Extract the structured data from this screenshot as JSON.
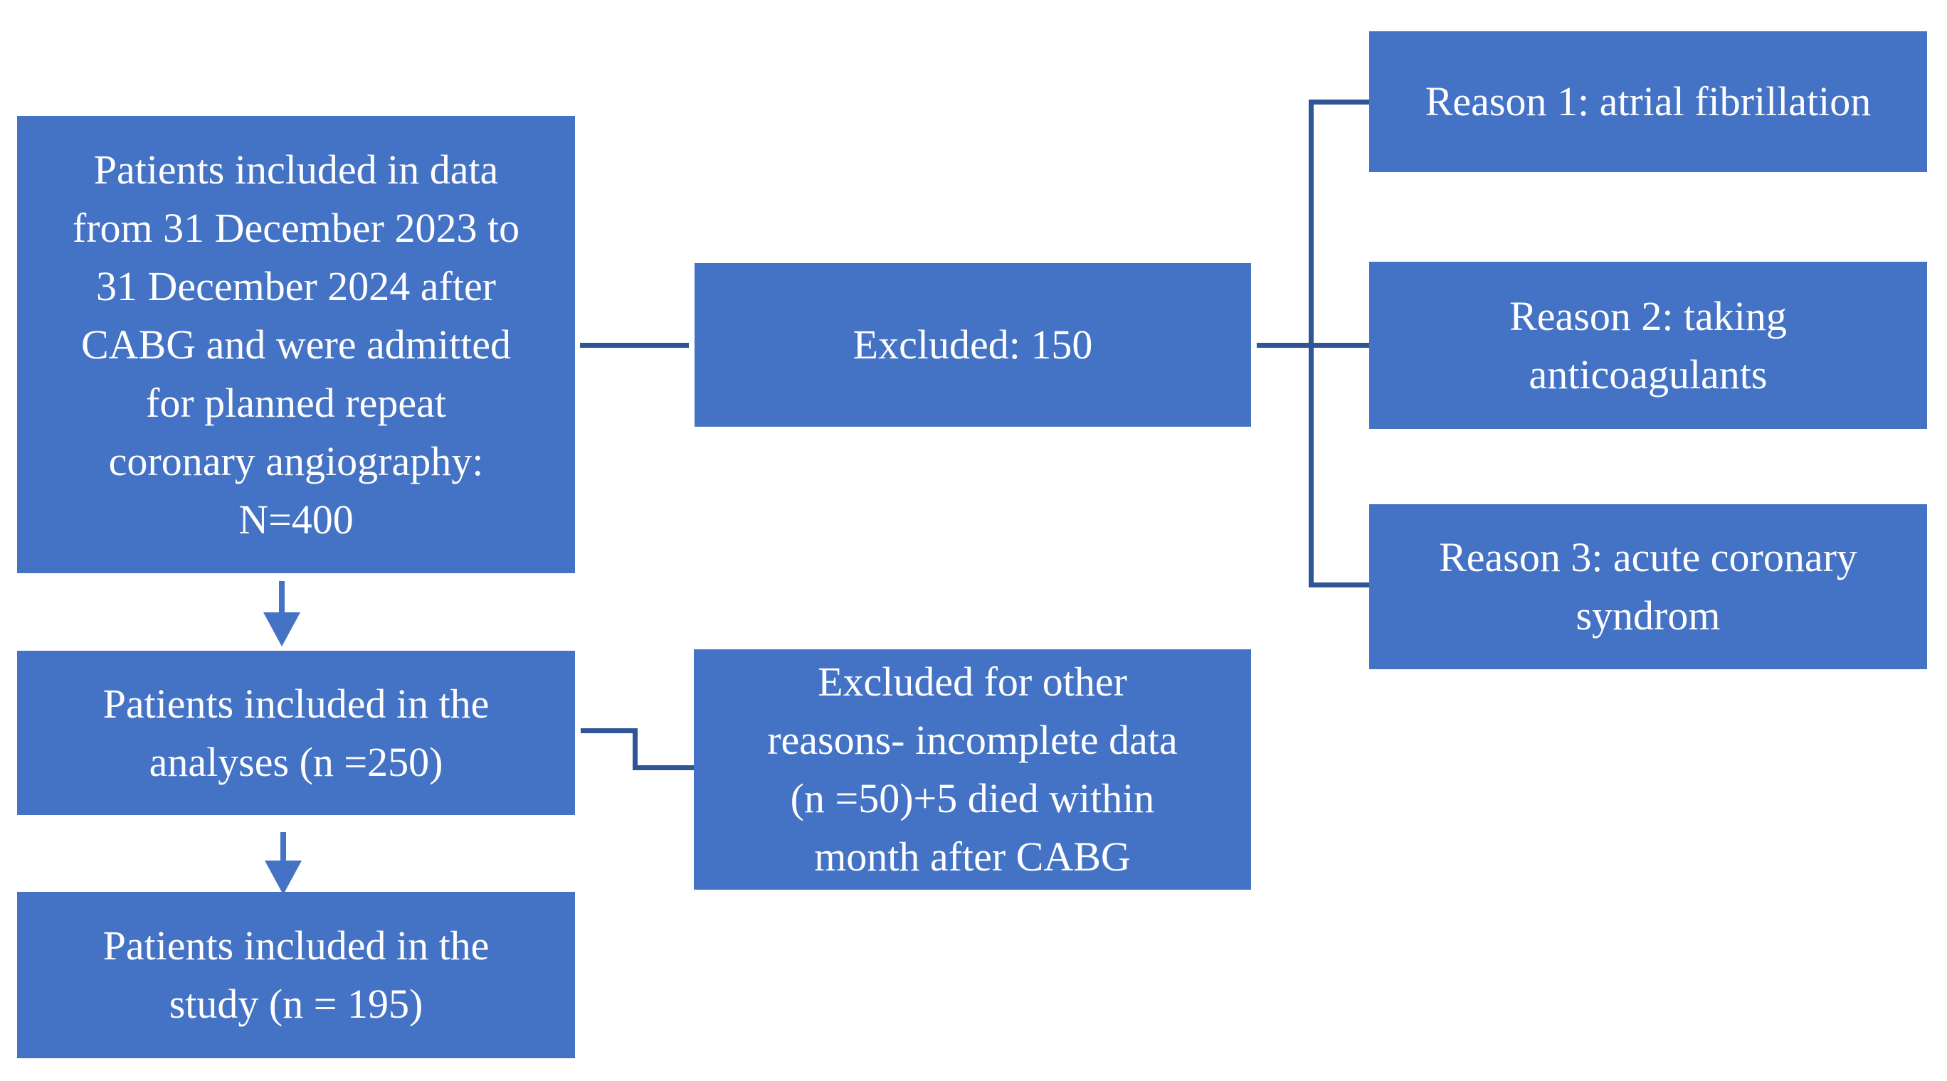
{
  "flowchart": {
    "colors": {
      "box_fill": "#4472C4",
      "connector": "#2F5597",
      "text": "#FFFFFF",
      "background": "#FFFFFF"
    },
    "boxes": {
      "source": {
        "text": "Patients included in data\nfrom 31 December 2023 to\n31 December 2024 after\nCABG and were admitted\nfor planned repeat\ncoronary angiography:\nN=400"
      },
      "excluded": {
        "text": "Excluded: 150"
      },
      "reason1": {
        "text": "Reason 1: atrial fibrillation"
      },
      "reason2": {
        "text": "Reason 2: taking\nanticoagulants"
      },
      "reason3": {
        "text": "Reason 3: acute coronary\nsyndrom"
      },
      "analyses": {
        "text": "Patients included in the\nanalyses (n =250)"
      },
      "excluded_other": {
        "text": "Excluded for other\nreasons- incomplete data\n(n =50)+5 died within\nmonth after CABG"
      },
      "study": {
        "text": "Patients included in the\nstudy (n = 195)"
      }
    }
  }
}
